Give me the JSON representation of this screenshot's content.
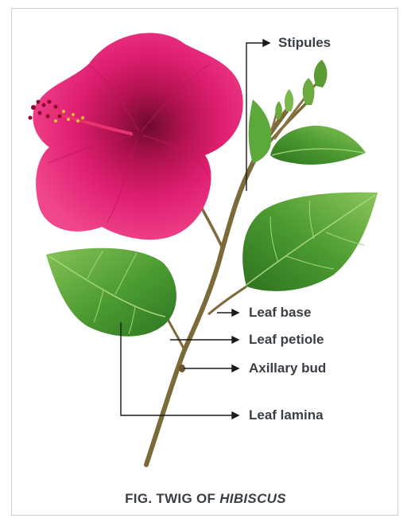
{
  "labels": {
    "stipules": "Stipules",
    "leaf_base": "Leaf base",
    "leaf_petiole": "Leaf petiole",
    "axillary_bud": "Axillary bud",
    "leaf_lamina": "Leaf lamina"
  },
  "caption": {
    "prefix": "FIG. TWIG OF",
    "emphasis": "HIBISCUS"
  },
  "colors": {
    "petal": "#d81b6a",
    "petal_dark": "#6e0b2e",
    "leaf": "#3f8f2a",
    "leaf_light": "#7cc04f",
    "stem": "#8a7240",
    "line": "#1a1a1a",
    "text": "#3a3f45"
  }
}
